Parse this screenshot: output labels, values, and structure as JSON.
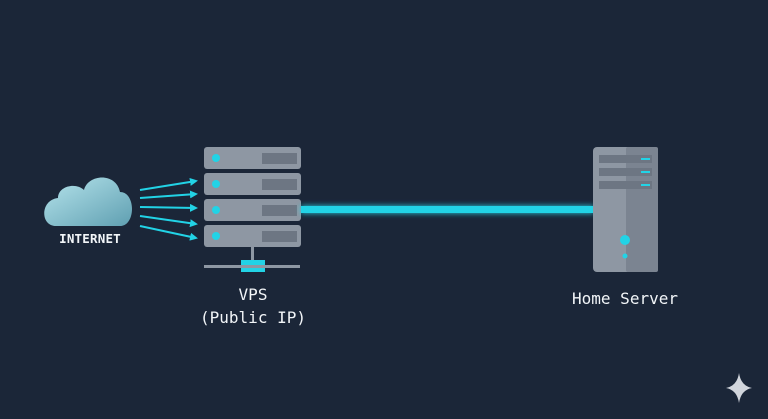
{
  "nodes": {
    "internet": {
      "label": "INTERNET",
      "icon": "cloud-icon"
    },
    "vps": {
      "title": "VPS",
      "subtitle": "(Public IP)",
      "icon": "server-rack-icon"
    },
    "home_server": {
      "label": "Home Server",
      "icon": "tower-server-icon"
    }
  },
  "edges": [
    {
      "from": "internet",
      "to": "vps",
      "style": "arrows",
      "count": 5
    },
    {
      "from": "vps",
      "to": "home_server",
      "style": "glowing-line"
    }
  ],
  "colors": {
    "background": "#1b2638",
    "accent": "#22d3e6",
    "server_body": "#8e97a3",
    "text": "#f2f5f8"
  },
  "watermark_icon": "sparkle-icon"
}
